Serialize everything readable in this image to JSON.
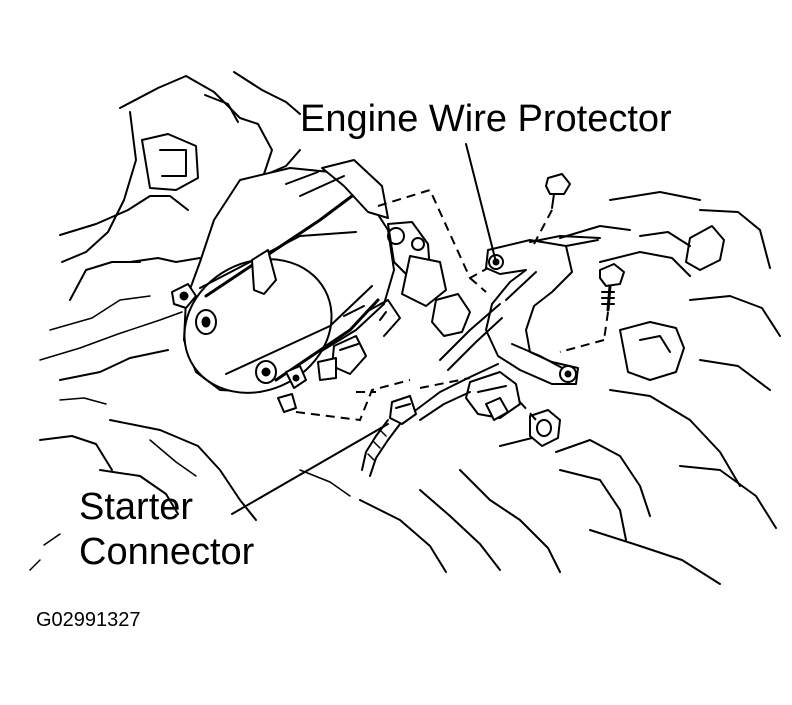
{
  "labels": {
    "engine_wire_protector": "Engine Wire Protector",
    "starter_connector_line1": "Starter",
    "starter_connector_line2": "Connector",
    "figure_id": "G02991327"
  },
  "colors": {
    "ink": "#000000",
    "background": "#ffffff"
  }
}
